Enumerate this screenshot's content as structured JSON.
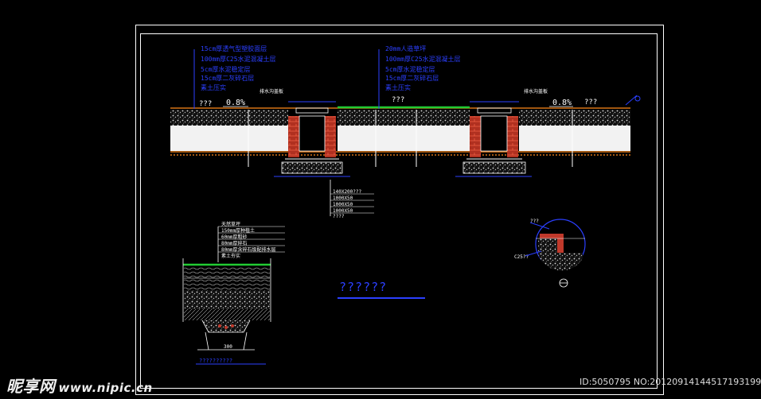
{
  "drawing": {
    "title": "??????",
    "left_labels": [
      "15cm厚透气型塑胶面层",
      "100mm厚C25水泥混凝土层",
      "5cm厚水泥稳定层",
      "15cm厚二灰碎石层",
      "素土压实"
    ],
    "right_labels": [
      "20mm人造草坪",
      "100mm厚C25水泥混凝土层",
      "5cm厚水泥稳定层",
      "15cm厚二灰碎石层",
      "素土压实"
    ],
    "qmark_left": "???",
    "qmark_mid": "???",
    "qmark_right": "???",
    "slope_left": "0.8%",
    "slope_right": "0.8%",
    "detail_note_left": "排水沟盖板",
    "detail_note_right": "排水沟盖板",
    "legend_left": [
      "天然草坪",
      "150mm厚种植土",
      "60mm厚粗砂",
      "80mm厚碎石",
      "80mm厚含碎石级配排水层",
      "素土夯实"
    ],
    "center_table": [
      "140X200???",
      "1000X50",
      "1000X50",
      "1000X50",
      "????"
    ],
    "dim_label": "300",
    "bottom_caption": "??????????",
    "circle_label": "C25??",
    "circle_top": "???"
  },
  "watermark": {
    "site": "昵享网",
    "url": "www.nipic.cn",
    "id_text": "ID:5050795 NO:20120914144517193199"
  },
  "colors": {
    "background": "#000000",
    "frame": "#ffffff",
    "annotation_blue": "#2b3fff",
    "ground_orange": "#ff8a1a",
    "brick_red": "#c0392b",
    "grass_green": "#22cc33"
  }
}
